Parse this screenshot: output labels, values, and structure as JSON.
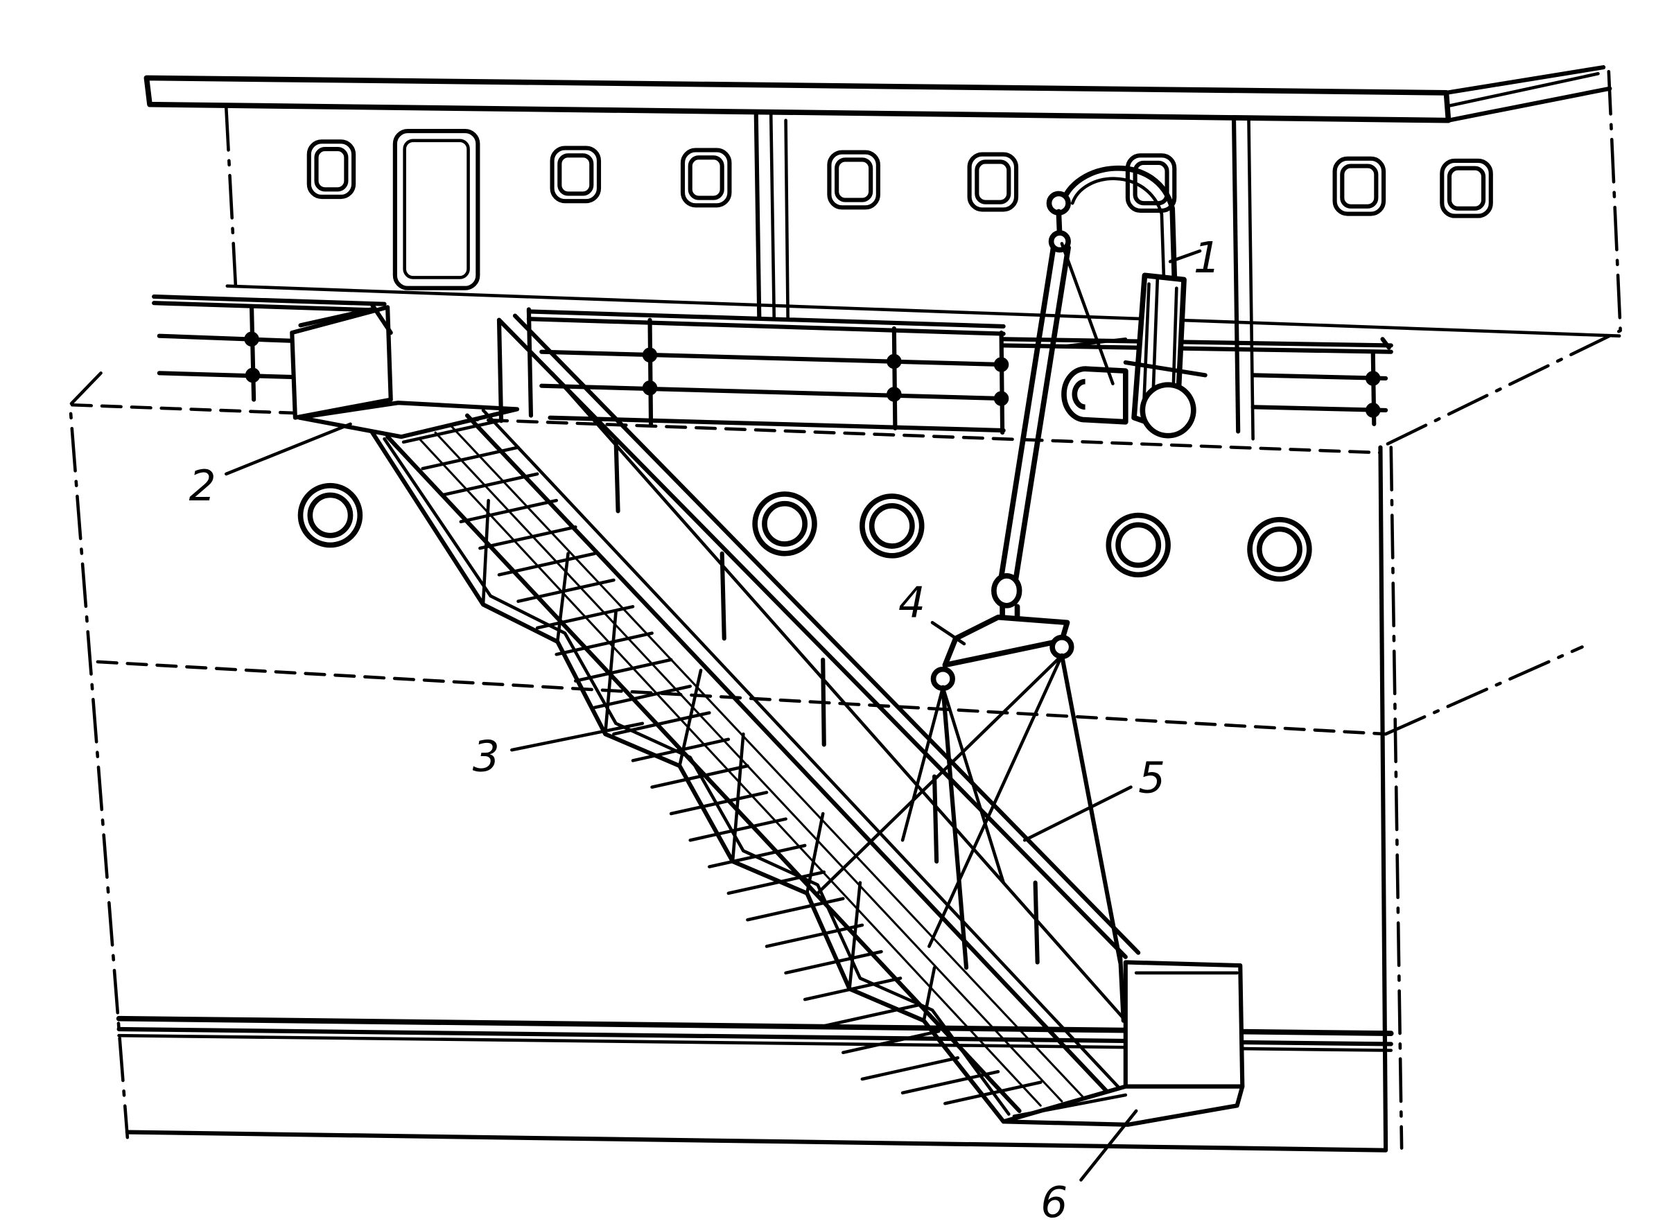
{
  "diagram": {
    "callouts": [
      {
        "id": "winch-davit",
        "label": "1"
      },
      {
        "id": "upper-platform",
        "label": "2"
      },
      {
        "id": "ladder-flight",
        "label": "3"
      },
      {
        "id": "lifting-beam",
        "label": "4"
      },
      {
        "id": "handrail",
        "label": "5"
      },
      {
        "id": "lower-platform",
        "label": "6"
      }
    ],
    "colors": {
      "ink": "#000000",
      "paper": "#ffffff"
    }
  }
}
